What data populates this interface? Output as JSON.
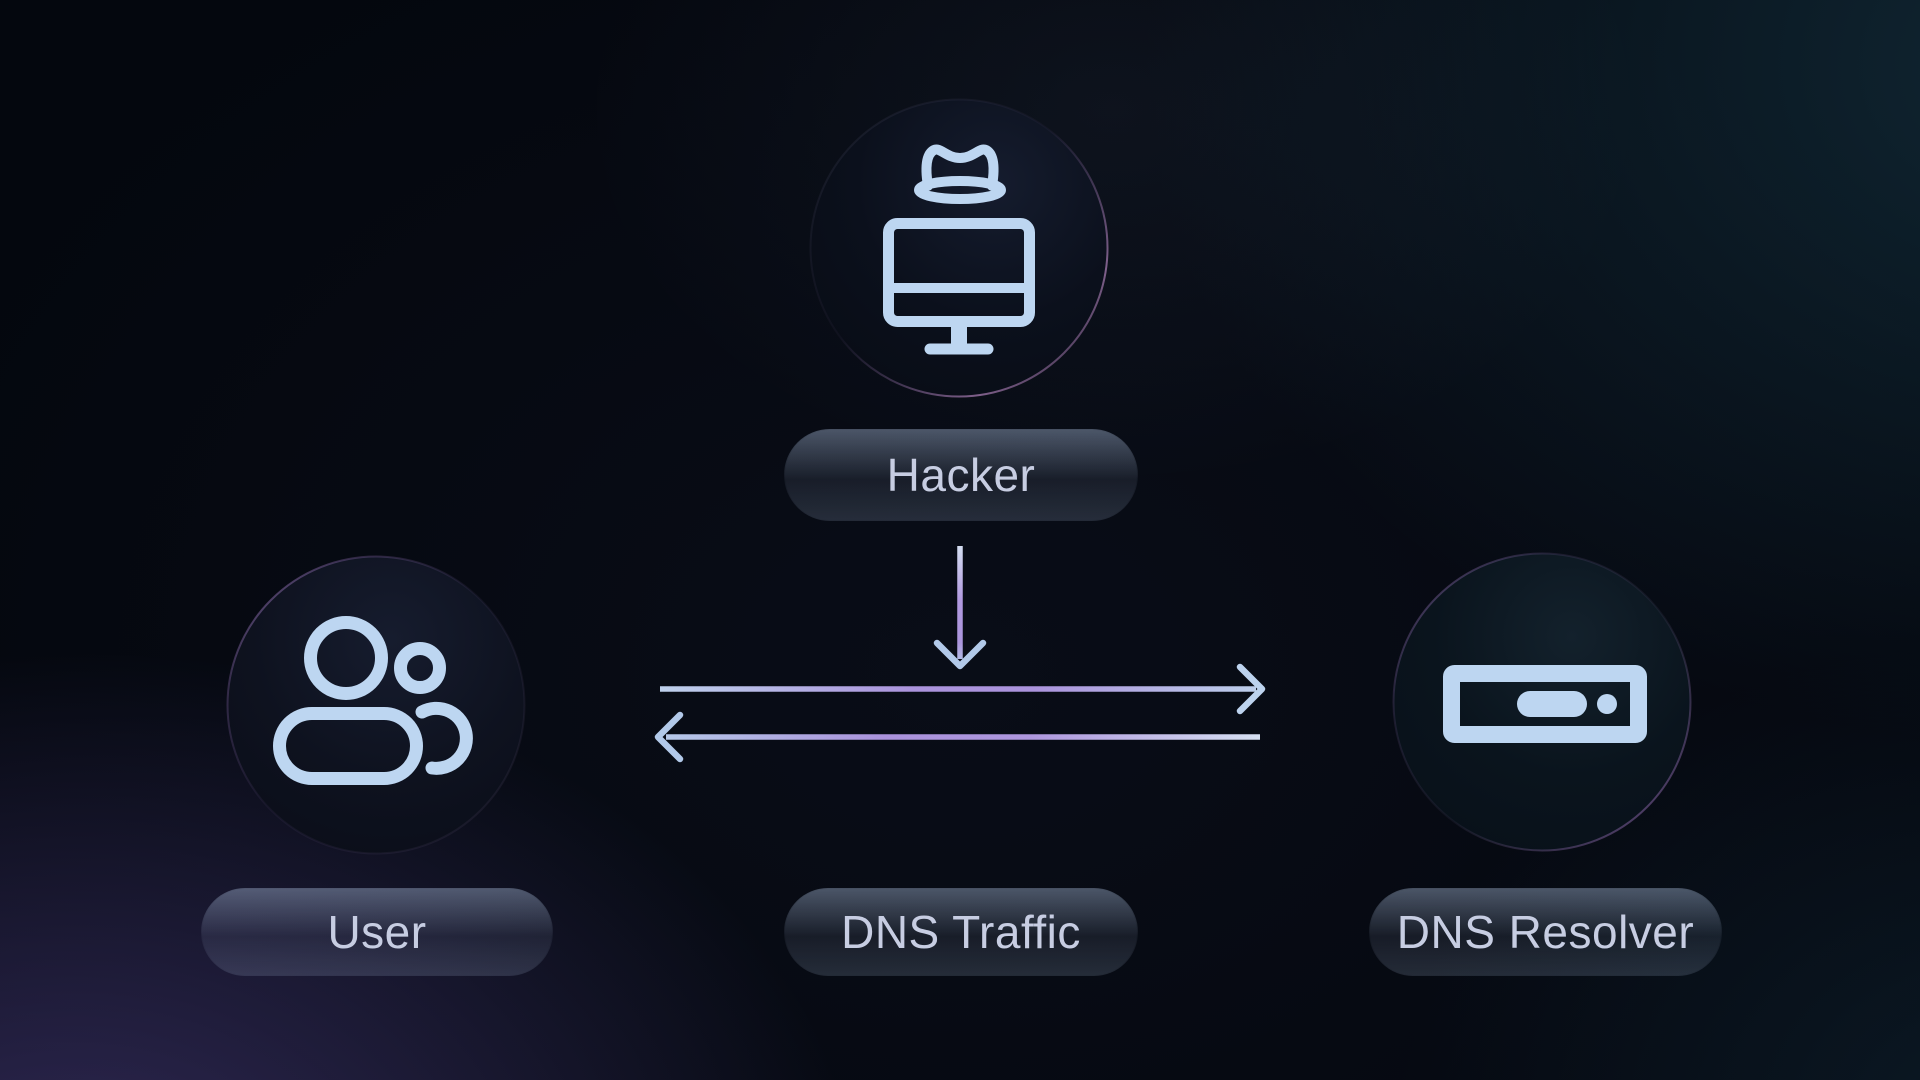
{
  "diagram": {
    "nodes": [
      {
        "id": "hacker",
        "label": "Hacker",
        "icon": "hacker-computer-icon"
      },
      {
        "id": "user",
        "label": "User",
        "icon": "users-icon"
      },
      {
        "id": "dns_resolver",
        "label": "DNS Resolver",
        "icon": "server-icon"
      }
    ],
    "flow_label": "DNS Traffic",
    "edges": [
      {
        "from": "hacker",
        "to": "dns_traffic",
        "direction": "down"
      },
      {
        "from": "user",
        "to": "dns_resolver",
        "direction": "right"
      },
      {
        "from": "dns_resolver",
        "to": "user",
        "direction": "left"
      }
    ]
  },
  "colors": {
    "background_base": "#04070e",
    "glow_purple": "#58488f",
    "glow_teal": "#1c4658",
    "icon_stroke": "#bdd6f1",
    "label_text": "#c7cde2",
    "arrow_blue": "#b7cdea",
    "arrow_purple": "#ab93dc",
    "ring_purple": "#b087d2"
  }
}
